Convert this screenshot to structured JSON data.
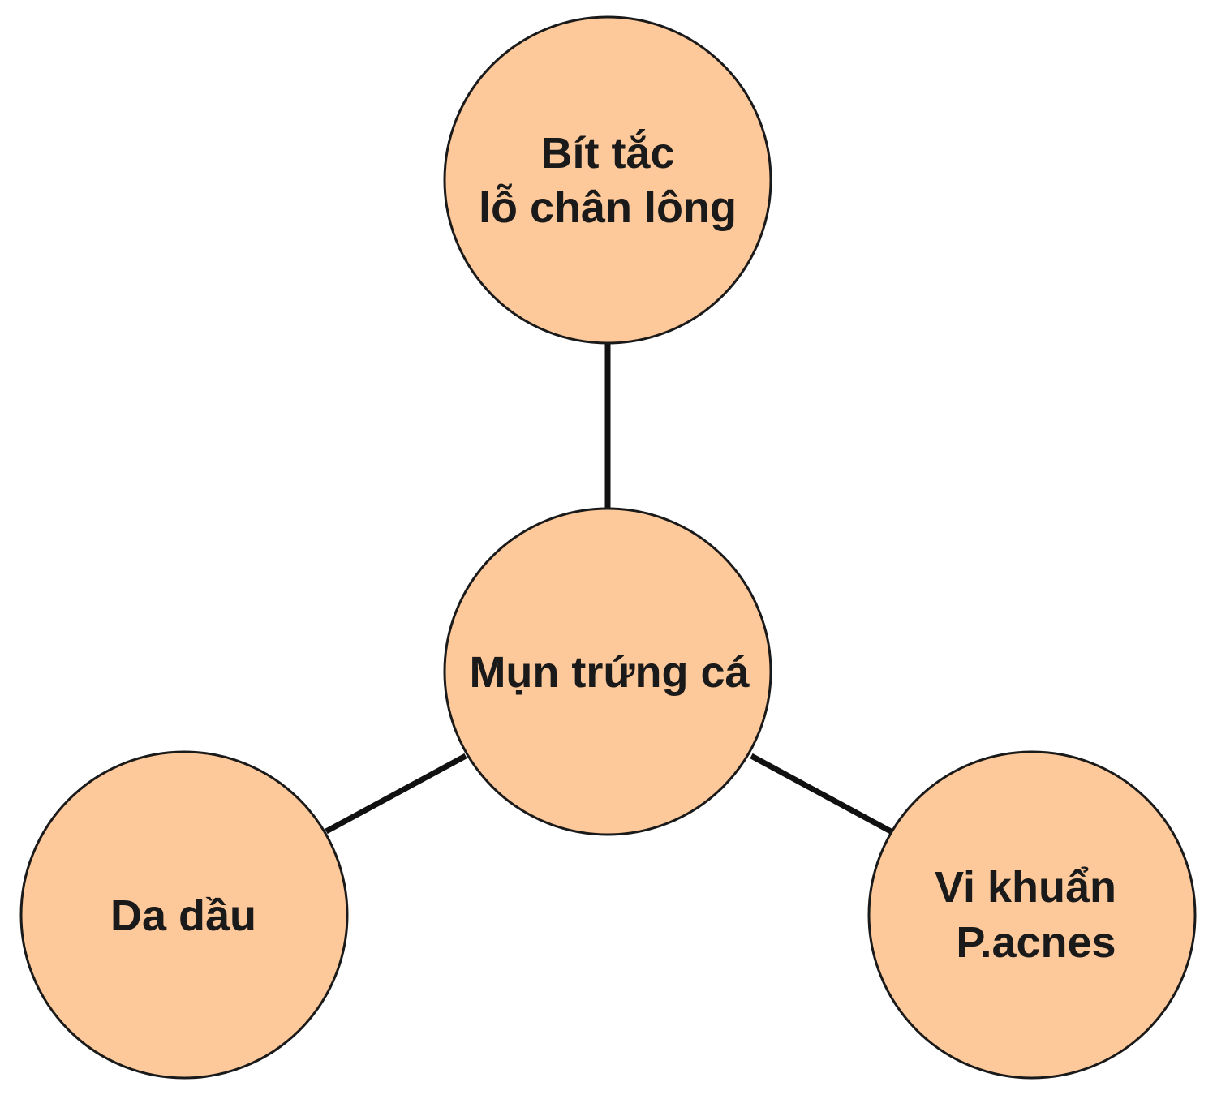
{
  "diagram": {
    "center": {
      "label": "Mụn trứng cá"
    },
    "top": {
      "line1": "Bít tắc",
      "line2": "lỗ chân lông"
    },
    "left": {
      "label": "Da dầu"
    },
    "right": {
      "line1": "Vi khuẩn",
      "line2": "P.acnes"
    }
  },
  "colors": {
    "node_fill": "#FDC89A",
    "node_stroke": "#1a1a1a",
    "connector": "#111111",
    "text": "#1a1a1a"
  }
}
